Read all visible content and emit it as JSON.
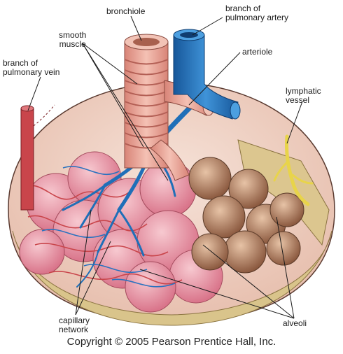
{
  "labels": {
    "bronchiole": "bronchiole",
    "pulmonary_artery": [
      "branch of",
      "pulmonary artery"
    ],
    "smooth_muscle": [
      "smooth",
      "muscle"
    ],
    "arteriole": "arteriole",
    "pulmonary_vein": [
      "branch of",
      "pulmonary vein"
    ],
    "lymphatic_vessel": [
      "lymphatic",
      "vessel"
    ],
    "capillary_network": [
      "capillary",
      "network"
    ],
    "alveoli": "alveoli"
  },
  "copyright": "Copyright © 2005 Pearson Prentice Hall, Inc.",
  "colors": {
    "tissue_fill": "#efd2c6",
    "rim": "#d8c38a",
    "alveoli_pink": "#e89aa8",
    "alveoli_tan": "#b98a6c",
    "artery_blue": "#1f6fb8",
    "vein_red": "#c9454b",
    "bronchiole_pink": "#e8a79a",
    "lymph_yellow": "#e8d44a"
  },
  "icons": [
    "lung-tissue-illustration"
  ]
}
